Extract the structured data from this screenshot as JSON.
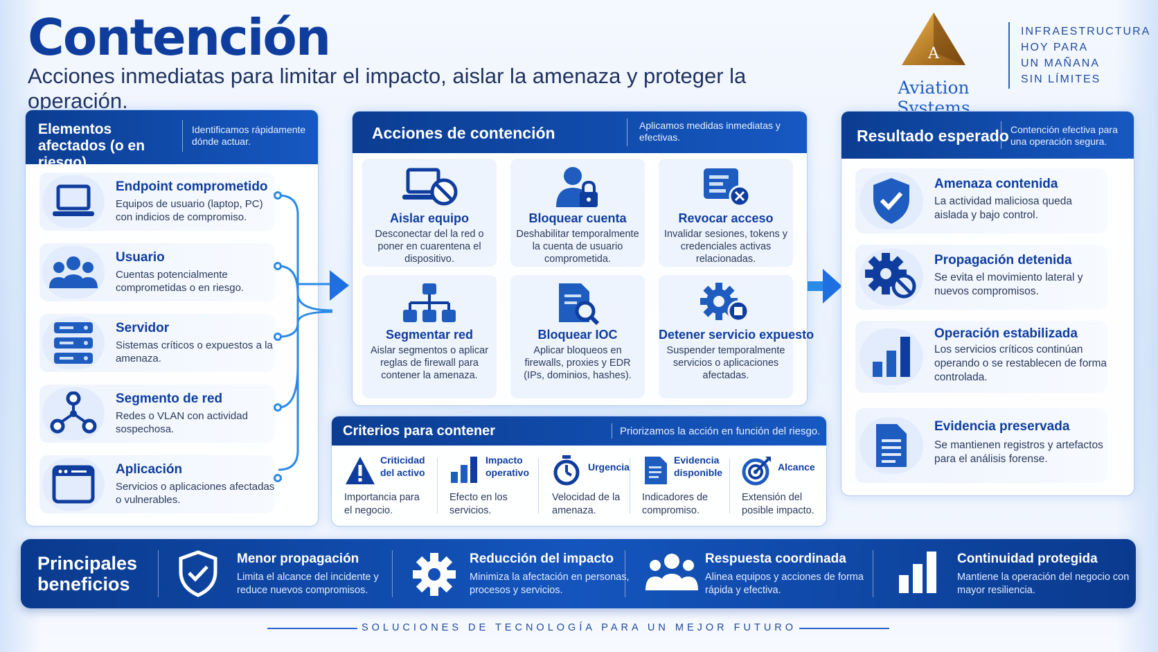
{
  "header": {
    "title": "Contención",
    "subtitle": "Acciones inmediatas para limitar el impacto, aislar la amenaza y proteger la operación."
  },
  "brand": {
    "logo_letter": "A",
    "name": "Aviation Systems",
    "tagline": [
      "INFRAESTRUCTURA",
      "HOY PARA",
      "UN MAÑANA",
      "SIN LÍMITES"
    ]
  },
  "affected": {
    "title": "Elementos afectados (o en riesgo)",
    "description": "Identificamos rápidamente dónde actuar.",
    "items": [
      {
        "icon": "laptop-icon",
        "title": "Endpoint comprometido",
        "description": "Equipos de usuario (laptop, PC) con indicios de compromiso."
      },
      {
        "icon": "users-icon",
        "title": "Usuario",
        "description": "Cuentas potencialmente comprometidas o en riesgo."
      },
      {
        "icon": "server-icon",
        "title": "Servidor",
        "description": "Sistemas críticos o expuestos a la amenaza."
      },
      {
        "icon": "network-icon",
        "title": "Segmento de red",
        "description": "Redes o VLAN con actividad sospechosa."
      },
      {
        "icon": "app-window-icon",
        "title": "Aplicación",
        "description": "Servicios o aplicaciones afectadas o vulnerables."
      }
    ]
  },
  "actions": {
    "title": "Acciones de contención",
    "description": "Aplicamos medidas inmediatas y efectivas.",
    "cards": [
      {
        "icon": "laptop-block-icon",
        "title": "Aislar equipo",
        "description": "Desconectar del la red o poner en cuarentena el dispositivo."
      },
      {
        "icon": "user-lock-icon",
        "title": "Bloquear cuenta",
        "description": "Deshabilitar temporalmente la cuenta de usuario comprometida."
      },
      {
        "icon": "credential-revoke-icon",
        "title": "Revocar acceso",
        "description": "Invalidar sesiones, tokens y credenciales activas relacionadas."
      },
      {
        "icon": "network-segment-icon",
        "title": "Segmentar red",
        "description": "Aislar segmentos o aplicar reglas de firewall para contener la amenaza."
      },
      {
        "icon": "document-search-icon",
        "title": "Bloquear IOC",
        "description": "Aplicar bloqueos en firewalls, proxies y EDR (IPs, dominios, hashes)."
      },
      {
        "icon": "gear-stop-icon",
        "title": "Detener servicio expuesto",
        "description": "Suspender temporalmente servicios o aplicaciones afectadas."
      }
    ]
  },
  "criteria": {
    "title": "Criterios para contener",
    "description": "Priorizamos la acción en función del riesgo.",
    "items": [
      {
        "icon": "warning-icon",
        "title": "Criticidad del activo",
        "description": "Importancia para el negocio."
      },
      {
        "icon": "bar-chart-icon",
        "title": "Impacto operativo",
        "description": "Efecto en los servicios."
      },
      {
        "icon": "stopwatch-icon",
        "title": "Urgencia",
        "description": "Velocidad de la amenaza."
      },
      {
        "icon": "document-icon",
        "title": "Evidencia disponible",
        "description": "Indicadores de compromiso."
      },
      {
        "icon": "target-icon",
        "title": "Alcance",
        "description": "Extensión del posible impacto."
      }
    ]
  },
  "results": {
    "title": "Resultado esperado",
    "description": "Contención efectiva para una operación segura.",
    "items": [
      {
        "icon": "shield-check-icon",
        "title": "Amenaza contenida",
        "description": "La actividad maliciosa queda aislada y bajo control."
      },
      {
        "icon": "gear-block-icon",
        "title": "Propagación detenida",
        "description": "Se evita el movimiento lateral y nuevos compromisos."
      },
      {
        "icon": "bar-chart-icon",
        "title": "Operación estabilizada",
        "description": "Los servicios críticos continúan operando o se restablecen de forma controlada."
      },
      {
        "icon": "document-icon",
        "title": "Evidencia preservada",
        "description": "Se mantienen registros y artefactos para el análisis forense."
      }
    ]
  },
  "benefits": {
    "title": "Principales beneficios",
    "items": [
      {
        "icon": "shield-check-icon",
        "title": "Menor propagación",
        "description": "Limita el alcance del incidente y reduce nuevos compromisos."
      },
      {
        "icon": "gear-icon",
        "title": "Reducción del impacto",
        "description": "Minimiza la afectación en personas, procesos y servicios."
      },
      {
        "icon": "team-icon",
        "title": "Respuesta coordinada",
        "description": "Alinea equipos y acciones de forma rápida y efectiva."
      },
      {
        "icon": "bar-chart-icon",
        "title": "Continuidad protegida",
        "description": "Mantiene la operación del negocio con mayor resiliencia."
      }
    ]
  },
  "footer": "SOLUCIONES DE TECNOLOGÍA PARA UN MEJOR FUTURO",
  "colors": {
    "primary": "#0f3d9e",
    "accent": "#1e6fe0",
    "connector": "#2b8ae6",
    "brand_gold": "#c88a2a"
  }
}
